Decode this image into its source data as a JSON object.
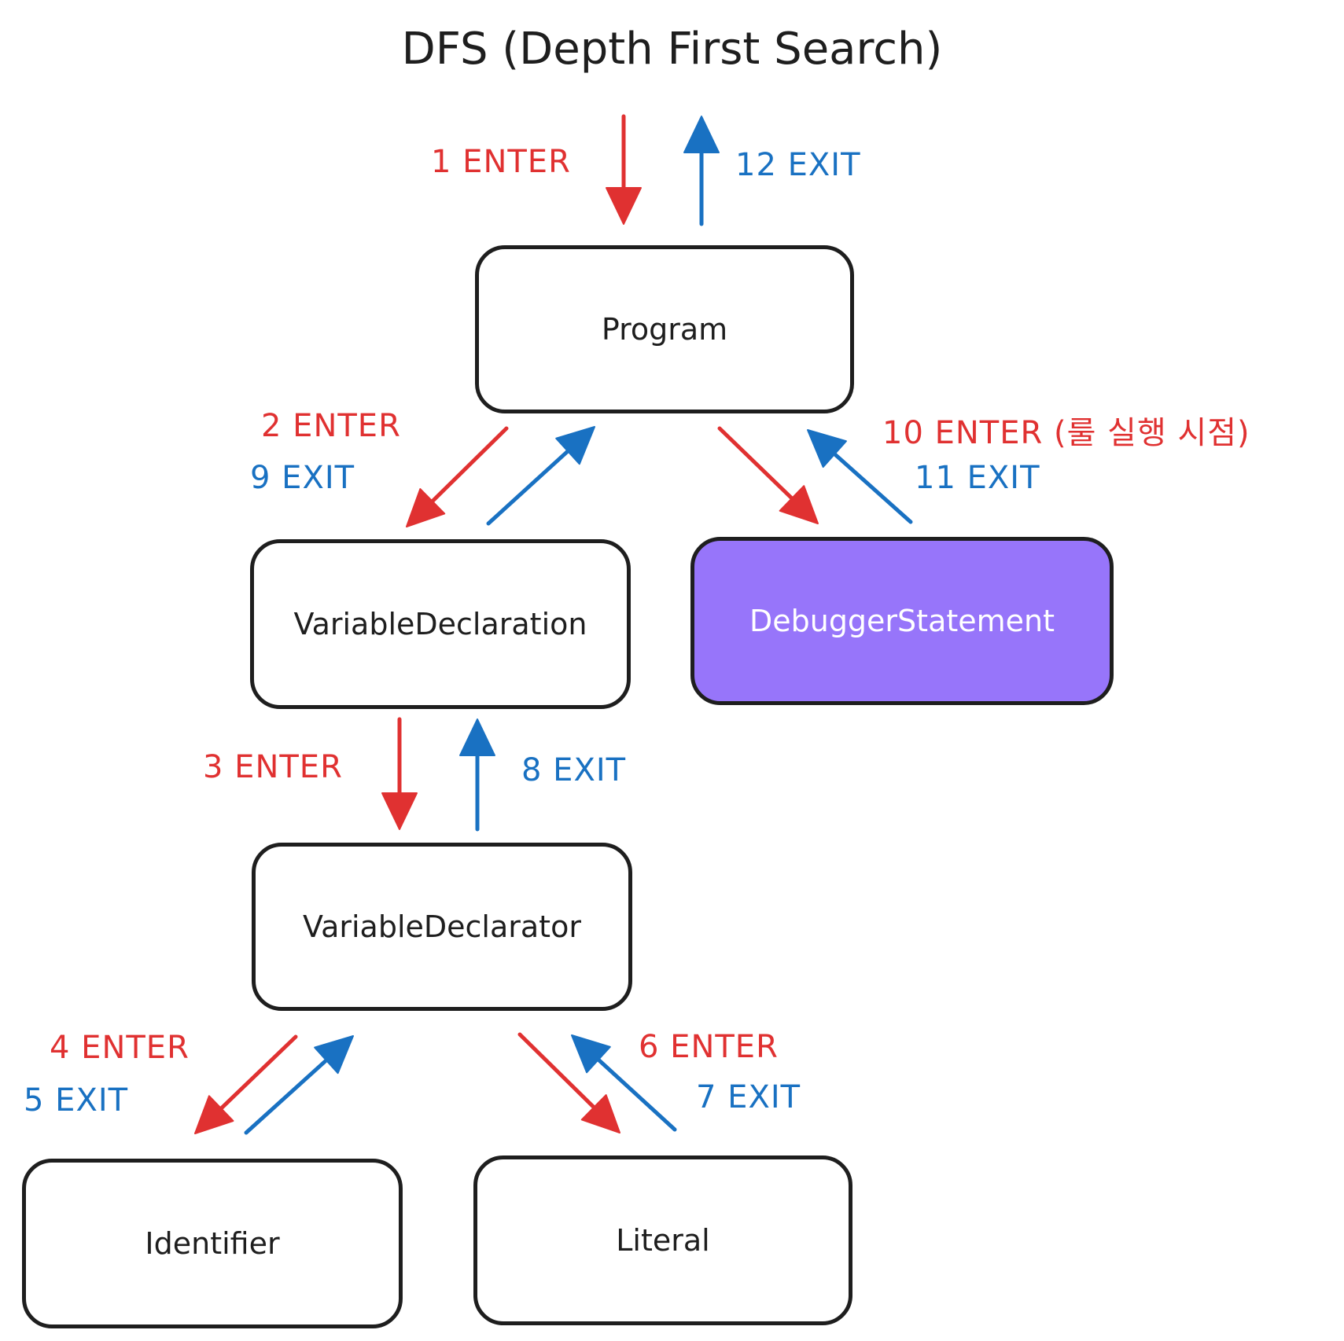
{
  "title": "DFS (Depth First Search)",
  "colors": {
    "enter": "#e03131",
    "exit": "#1971c2",
    "highlight": "#9775fa",
    "stroke": "#1e1e1e"
  },
  "nodes": {
    "program": "Program",
    "variable_declaration": "VariableDeclaration",
    "debugger_statement": "DebuggerStatement",
    "variable_declarator": "VariableDeclarator",
    "identifier": "Identifier",
    "literal": "Literal"
  },
  "steps": {
    "s1": "1 ENTER",
    "s12": "12 EXIT",
    "s2": "2 ENTER",
    "s9": "9 EXIT",
    "s10": "10 ENTER (룰 실행 시점)",
    "s11": "11 EXIT",
    "s3": "3 ENTER",
    "s8": "8 EXIT",
    "s4": "4 ENTER",
    "s5": "5 EXIT",
    "s6": "6 ENTER",
    "s7": "7 EXIT"
  }
}
